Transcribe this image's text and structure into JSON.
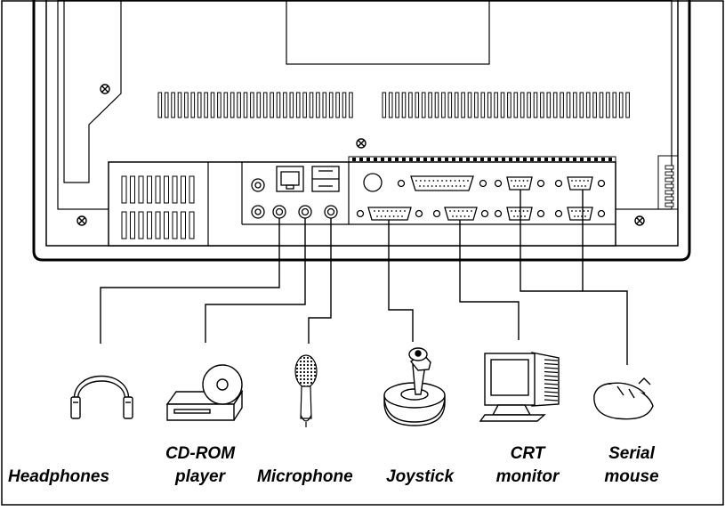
{
  "devices": [
    {
      "id": "headphones",
      "lines": [
        "Headphones"
      ]
    },
    {
      "id": "cd-rom-player",
      "lines": [
        "CD-ROM",
        "player"
      ]
    },
    {
      "id": "microphone",
      "lines": [
        "Microphone"
      ]
    },
    {
      "id": "joystick",
      "lines": [
        "Joystick"
      ]
    },
    {
      "id": "crt-monitor",
      "lines": [
        "CRT",
        "monitor"
      ]
    },
    {
      "id": "serial-mouse",
      "lines": [
        "Serial",
        "mouse"
      ]
    }
  ],
  "colors": {
    "line": "#000000",
    "background": "#ffffff",
    "display_fill": "#ffffff"
  }
}
